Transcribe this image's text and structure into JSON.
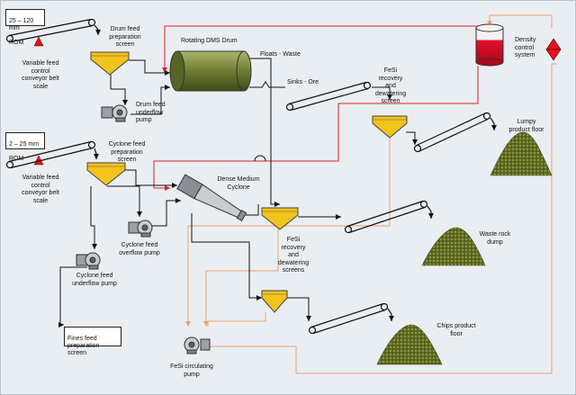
{
  "feeds": {
    "rom_coarse_line1": "25 – 120 mm",
    "rom_coarse_line2": "ROM",
    "rom_fine_line1": "2 – 25 mm",
    "rom_fine_line2": "ROM"
  },
  "labels": {
    "feed_scale_top": "Variable feed\ncontrol\nconveyor belt\nscale",
    "feed_scale_bottom": "Variable feed\ncontrol\nconveyor belt\nscale",
    "drum_feed_screen": "Drum feed\npreparation\nscreen",
    "drum_feed_pump": "Drum feed\nunderflow\npump",
    "rotating_drum": "Rotating DMS Drum",
    "floats_waste": "Floats - Waste",
    "sinks_ore": "Sinks - Ore",
    "fesi_recovery_top": "FeSi\nrecovery\nand\ndewatering\nscreen",
    "density_control": "Density\ncontrol\nsystem",
    "lumpy_floor": "Lumpy\nproduct floor",
    "cyclone_feed_screen": "Cyclone feed\npreparation\nscreen",
    "dense_medium_cyclone": "Dense Medium\nCyclone",
    "cyclone_overflow_pump": "Cyclone feed\noverflow pump",
    "cyclone_underflow_pump": "Cyclone feed\nunderflow pump",
    "fines_feed_screen": "Fines feed\npreparation screen",
    "fesi_recovery_mid": "FeSi\nrecovery\nand\ndewatering\nscreens",
    "waste_rock_dump": "Waste rock\ndump",
    "chips_floor": "Chips product\nfloor",
    "fesi_circulating_pump": "FeSi circulating\npump"
  },
  "colors": {
    "background": "#e9eef3",
    "screen_fill": "#f3c31e",
    "drum_fill": "#6e7d33",
    "pile_fill": "#5f6a1f",
    "tank_fill": "#e0102a",
    "pump_fill": "#c9ccd0",
    "feed_marker": "#e4141b",
    "valve_fill": "#e4141b",
    "medium_line": "#e02020",
    "return_line": "#f0a070",
    "flow_line": "#111111"
  },
  "icons": {
    "screen": "vibrating-screen-icon",
    "pump": "centrifugal-pump-icon",
    "conveyor": "conveyor-belt-icon",
    "stockpile": "stockpile-icon",
    "drum": "rotating-drum-icon",
    "cyclone": "dense-medium-cyclone-icon",
    "tank": "density-tank-icon",
    "valve": "control-valve-icon",
    "feed_marker": "feed-marker-triangle-icon"
  }
}
